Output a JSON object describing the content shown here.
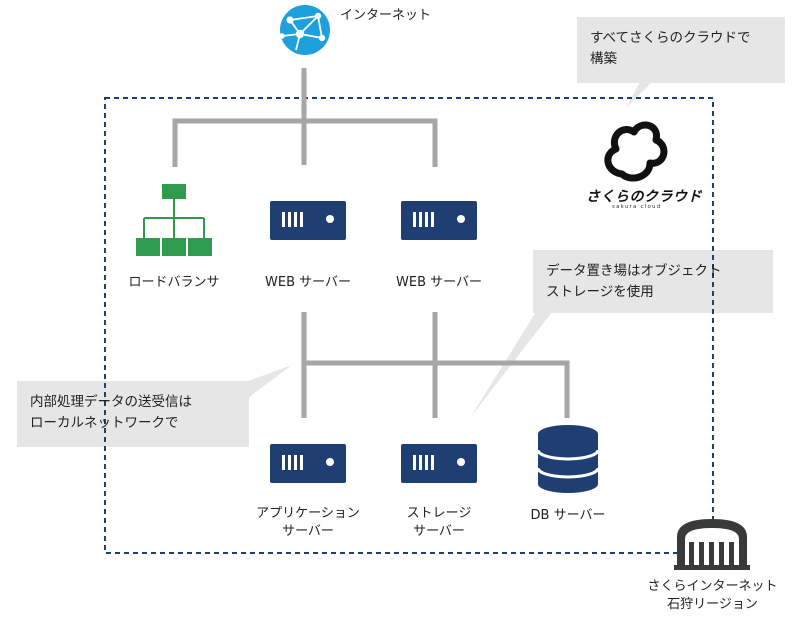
{
  "internet": {
    "label": "インターネット"
  },
  "callouts": {
    "sakura_cloud": "すべてさくらのクラウドで\n構築",
    "storage": "データ置き場はオブジェクト\nストレージを使用",
    "local_network": "内部処理データの送受信は\nローカルネットワークで"
  },
  "logo": {
    "name": "さくらのクラウド",
    "sub": "sakura cloud"
  },
  "nodes": {
    "load_balancer": "ロードバランサ",
    "web_server_1": "WEB サーバー",
    "web_server_2": "WEB サーバー",
    "app_server": "アプリケーション\nサーバー",
    "storage_server": "ストレージ\nサーバー",
    "db_server": "DB サーバー"
  },
  "datacenter": {
    "label": "さくらインターネット\n石狩リージョン"
  },
  "colors": {
    "navy": "#1f3f73",
    "green": "#2e9b4e",
    "line_gray": "#a6a6a6",
    "callout_gray": "#e6e6e6",
    "globe_blue": "#1ea0dc"
  }
}
